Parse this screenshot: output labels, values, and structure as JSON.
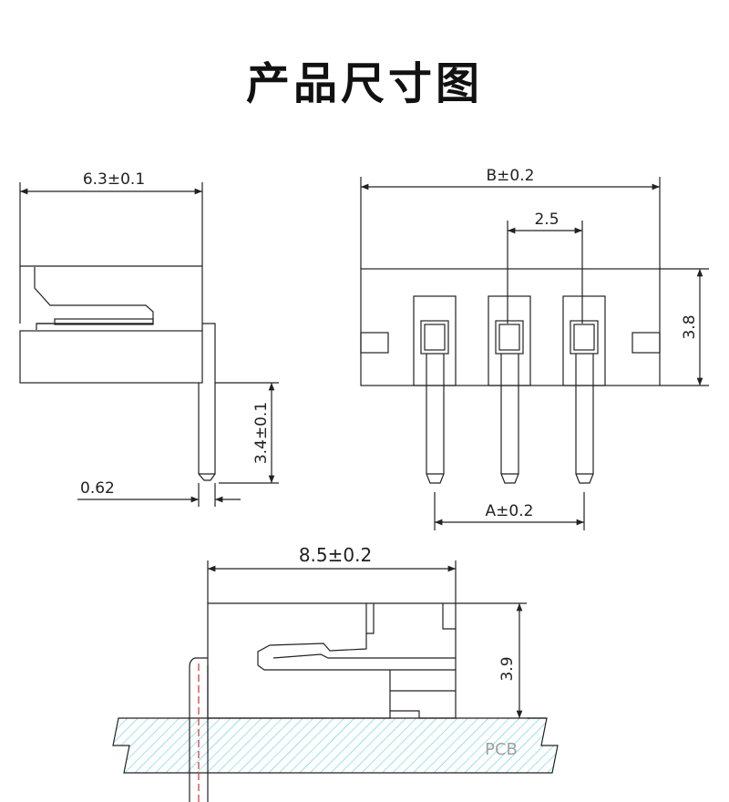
{
  "title": "产品尺寸图",
  "dims": {
    "side_width": "6.3±0.1",
    "pin_length": "3.4±0.1",
    "pin_thickness": "0.62",
    "front_width": "B±0.2",
    "pitch": "2.5",
    "front_height": "3.8",
    "pin_span": "A±0.2",
    "mounted_depth": "8.5±0.2",
    "mounted_height": "3.9",
    "pcb_label": "PCB"
  }
}
